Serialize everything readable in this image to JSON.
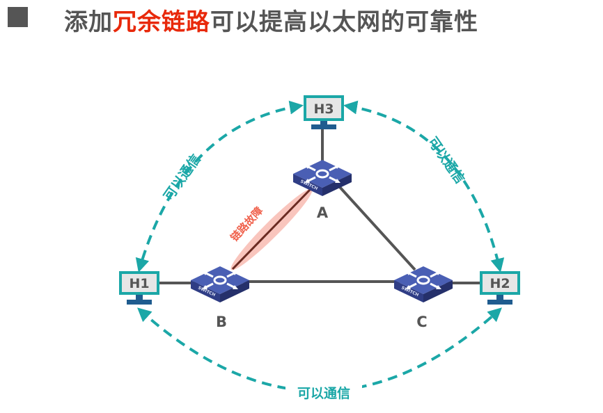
{
  "title": {
    "prefix": "添加",
    "highlight": "冗余链路",
    "suffix": "可以提高以太网的可靠性"
  },
  "hosts": {
    "h1": "H1",
    "h2": "H2",
    "h3": "H3"
  },
  "switches": {
    "a": "A",
    "b": "B",
    "c": "C",
    "device_text": "SWITCH"
  },
  "labels": {
    "comm_left": "可以通信",
    "comm_right": "可以通信",
    "comm_bottom": "可以通信",
    "link_failure": "链路故障"
  },
  "colors": {
    "accent": "#e8290b",
    "comm": "#1ba7a7",
    "switch": "#3a4b9c",
    "failure_glow": "#f7b7ad"
  }
}
